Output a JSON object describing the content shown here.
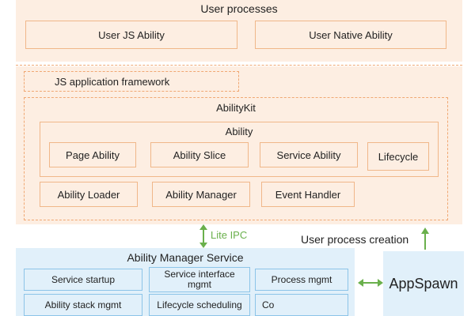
{
  "user_processes": {
    "title": "User processes",
    "js_ability": "User JS Ability",
    "native_ability": "User Native Ability"
  },
  "js_framework": "JS application framework",
  "abilitykit": {
    "title": "AbilityKit",
    "ability": {
      "title": "Ability",
      "page": "Page Ability",
      "slice": "Ability Slice",
      "service": "Service Ability",
      "lifecycle": "Lifecycle"
    },
    "loader": "Ability Loader",
    "manager": "Ability Manager",
    "event": "Event Handler"
  },
  "connectors": {
    "lite_ipc": "Lite IPC",
    "user_process_creation": "User process creation"
  },
  "ams": {
    "title": "Ability Manager Service",
    "startup": "Service startup",
    "interface_mgmt": "Service interface mgmt",
    "process_mgmt": "Process mgmt",
    "stack_mgmt": "Ability stack mgmt",
    "lifecycle_sched": "Lifecycle scheduling",
    "conn": "Co"
  },
  "appspawn": "AppSpawn",
  "colors": {
    "orange_fill": "#fdeee2",
    "orange_border": "#f0b789",
    "blue_fill": "#e1f0fa",
    "blue_border": "#8cc4e8",
    "arrow_green": "#6ab04c"
  }
}
